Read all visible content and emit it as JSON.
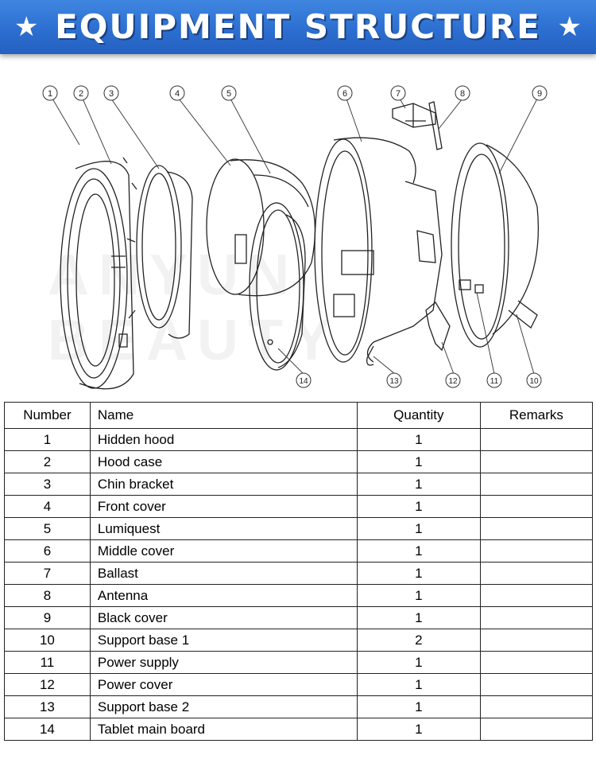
{
  "banner": {
    "title": "EQUIPMENT STRUCTURE"
  },
  "callouts": [
    "1",
    "2",
    "3",
    "4",
    "5",
    "6",
    "7",
    "8",
    "9",
    "10",
    "11",
    "12",
    "13",
    "14"
  ],
  "watermark": "ANYUN BEAUTY",
  "table": {
    "headers": {
      "number": "Number",
      "name": "Name",
      "quantity": "Quantity",
      "remarks": "Remarks"
    },
    "rows": [
      {
        "number": "1",
        "name": "Hidden hood",
        "quantity": "1",
        "remarks": ""
      },
      {
        "number": "2",
        "name": "Hood case",
        "quantity": "1",
        "remarks": ""
      },
      {
        "number": "3",
        "name": "Chin bracket",
        "quantity": "1",
        "remarks": ""
      },
      {
        "number": "4",
        "name": "Front cover",
        "quantity": "1",
        "remarks": ""
      },
      {
        "number": "5",
        "name": "Lumiquest",
        "quantity": "1",
        "remarks": ""
      },
      {
        "number": "6",
        "name": "Middle cover",
        "quantity": "1",
        "remarks": ""
      },
      {
        "number": "7",
        "name": "Ballast",
        "quantity": "1",
        "remarks": ""
      },
      {
        "number": "8",
        "name": "Antenna",
        "quantity": "1",
        "remarks": ""
      },
      {
        "number": "9",
        "name": "Black cover",
        "quantity": "1",
        "remarks": ""
      },
      {
        "number": "10",
        "name": "Support base 1",
        "quantity": "2",
        "remarks": ""
      },
      {
        "number": "11",
        "name": "Power supply",
        "quantity": "1",
        "remarks": ""
      },
      {
        "number": "12",
        "name": "Power cover",
        "quantity": "1",
        "remarks": ""
      },
      {
        "number": "13",
        "name": "Support base 2",
        "quantity": "1",
        "remarks": ""
      },
      {
        "number": "14",
        "name": "Tablet main board",
        "quantity": "1",
        "remarks": ""
      }
    ]
  }
}
